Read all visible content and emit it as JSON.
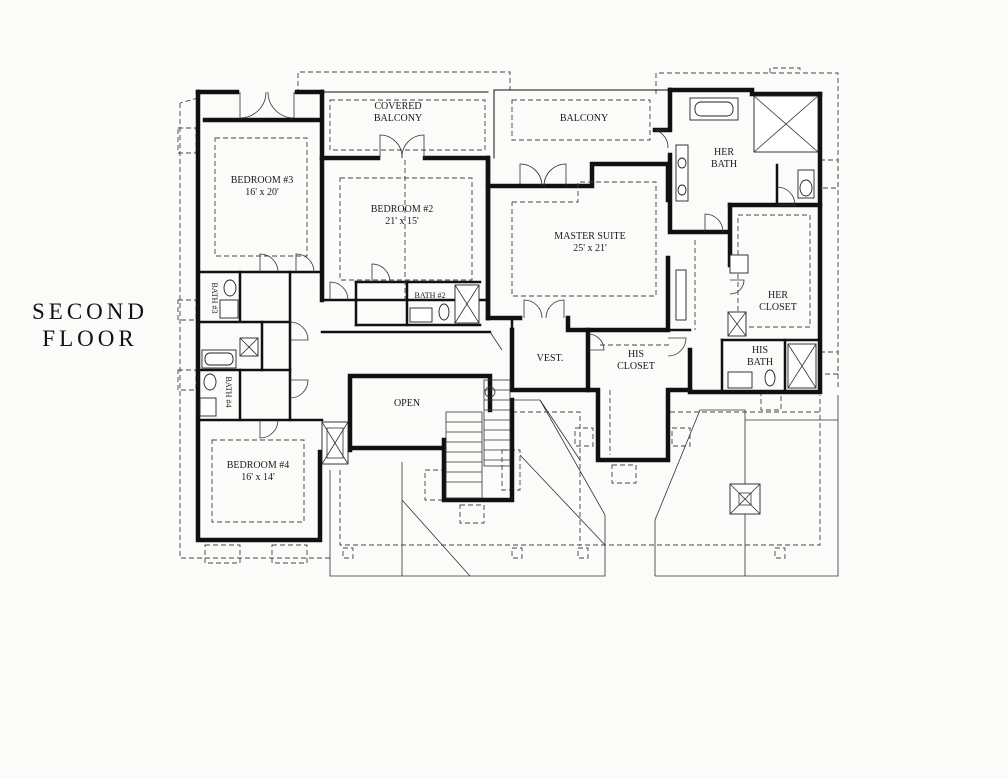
{
  "floor_title": {
    "line1": "SECOND",
    "line2": "FLOOR"
  },
  "rooms": {
    "covered_balcony": {
      "line1": "COVERED",
      "line2": "BALCONY"
    },
    "balcony": {
      "name": "BALCONY"
    },
    "bedroom3": {
      "name": "BEDROOM #3",
      "size": "16' x 20'"
    },
    "bedroom2": {
      "name": "BEDROOM #2",
      "size": "21' x 15'"
    },
    "master": {
      "name": "MASTER SUITE",
      "size": "25' x 21'"
    },
    "her_bath": {
      "line1": "HER",
      "line2": "BATH"
    },
    "her_closet": {
      "line1": "HER",
      "line2": "CLOSET"
    },
    "his_bath": {
      "line1": "HIS",
      "line2": "BATH"
    },
    "his_closet": {
      "line1": "HIS",
      "line2": "CLOSET"
    },
    "vest": {
      "name": "VEST."
    },
    "open": {
      "name": "OPEN"
    },
    "bath2": {
      "name": "BATH #2"
    },
    "bath3": {
      "name": "BATH #3"
    },
    "bath4": {
      "name": "BATH #4"
    },
    "bedroom4": {
      "name": "BEDROOM #4",
      "size": "16' x 14'"
    }
  }
}
